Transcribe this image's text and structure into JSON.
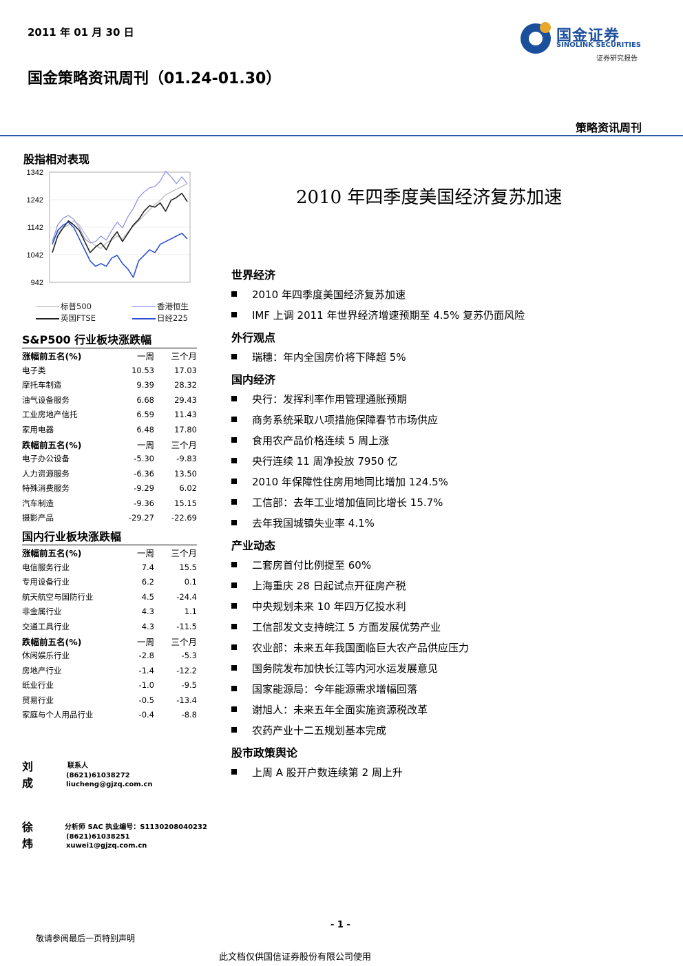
{
  "header": {
    "date": "2011 年 01 月 30 日",
    "title": "国金策略资讯周刊（01.24-01.30）",
    "logo_cn": "国金证券",
    "logo_en": "SINOLINK SECURITIES",
    "report_type": "证券研究报告",
    "section": "策略资讯周刊"
  },
  "sidebar": {
    "chart_heading": "股指相对表现",
    "sp500_heading": "S&P500 行业板块涨跌幅",
    "domestic_heading": "国内行业板块涨跌幅",
    "sp500_table": {
      "gain_header": [
        "涨幅前五名(%)",
        "一周",
        "三个月"
      ],
      "gain_rows": [
        [
          "电子类",
          "10.53",
          "17.03"
        ],
        [
          "摩托车制造",
          "9.39",
          "28.32"
        ],
        [
          "油气设备服务",
          "6.68",
          "29.43"
        ],
        [
          "工业房地产信托",
          "6.59",
          "11.43"
        ],
        [
          "家用电器",
          "6.48",
          "17.80"
        ]
      ],
      "loss_header": [
        "跌幅前五名(%)",
        "一周",
        "三个月"
      ],
      "loss_rows": [
        [
          "电子办公设备",
          "-5.30",
          "-9.83"
        ],
        [
          "人力资源服务",
          "-6.36",
          "13.50"
        ],
        [
          "特殊消费服务",
          "-9.29",
          "6.02"
        ],
        [
          "汽车制造",
          "-9.36",
          "15.15"
        ],
        [
          "摄影产品",
          "-29.27",
          "-22.69"
        ]
      ]
    },
    "domestic_table": {
      "gain_header": [
        "涨幅前五名(%)",
        "一周",
        "三个月"
      ],
      "gain_rows": [
        [
          "电信服务行业",
          "7.4",
          "15.5"
        ],
        [
          "专用设备行业",
          "6.2",
          "0.1"
        ],
        [
          "航天航空与国防行业",
          "4.5",
          "-24.4"
        ],
        [
          "非金属行业",
          "4.3",
          "1.1"
        ],
        [
          "交通工具行业",
          "4.3",
          "-11.5"
        ]
      ],
      "loss_header": [
        "跌幅前五名(%)",
        "一周",
        "三个月"
      ],
      "loss_rows": [
        [
          "休闲娱乐行业",
          "-2.8",
          "-5.3"
        ],
        [
          "房地产行业",
          "-1.4",
          "-12.2"
        ],
        [
          "纸业行业",
          "-1.0",
          "-9.5"
        ],
        [
          "贸易行业",
          "-0.5",
          "-13.4"
        ],
        [
          "家庭与个人用品行业",
          "-0.4",
          "-8.8"
        ]
      ]
    },
    "authors": [
      {
        "name": "刘成",
        "line1": "联系人",
        "phone": "(8621)61038272",
        "email": "liucheng@gjzq.com.cn"
      },
      {
        "name": "徐炜",
        "line1": "分析师 SAC 执业编号：S1130208040232",
        "phone": "(8621)61038251",
        "email": "xuwei1@gjzq.com.cn"
      }
    ]
  },
  "chart_data": {
    "type": "line",
    "title": "",
    "y_ticks": [
      "1342",
      "1242",
      "1142",
      "1042",
      "942"
    ],
    "ylim": [
      942,
      1342
    ],
    "grid": true,
    "legend_position": "bottom",
    "series": [
      {
        "name": "标普500",
        "color": "#b8b8b8",
        "values": [
          1095,
          1120,
          1140,
          1150,
          1165,
          1150,
          1120,
          1090,
          1075,
          1065,
          1085,
          1095,
          1110,
          1100,
          1125,
          1145,
          1165,
          1185,
          1205,
          1225,
          1240,
          1260,
          1270,
          1280,
          1290,
          1300
        ]
      },
      {
        "name": "香港恒生",
        "color": "#8a8fe6",
        "values": [
          1090,
          1150,
          1175,
          1185,
          1170,
          1140,
          1100,
          1085,
          1090,
          1110,
          1095,
          1130,
          1160,
          1140,
          1180,
          1210,
          1250,
          1270,
          1285,
          1290,
          1310,
          1345,
          1325,
          1300,
          1325,
          1300
        ]
      },
      {
        "name": "英国FTSE",
        "color": "#222222",
        "values": [
          1050,
          1110,
          1140,
          1165,
          1150,
          1130,
          1090,
          1050,
          1070,
          1085,
          1060,
          1100,
          1125,
          1090,
          1120,
          1150,
          1170,
          1200,
          1220,
          1215,
          1230,
          1200,
          1240,
          1250,
          1265,
          1235
        ]
      },
      {
        "name": "日经225",
        "color": "#2b4fd6",
        "values": [
          1080,
          1130,
          1150,
          1160,
          1140,
          1100,
          1060,
          1020,
          1000,
          1010,
          1000,
          1030,
          1040,
          1010,
          990,
          960,
          1020,
          1040,
          1060,
          1050,
          1080,
          1090,
          1100,
          1110,
          1120,
          1100
        ]
      }
    ]
  },
  "main": {
    "headline": "2010 年四季度美国经济复苏加速",
    "sections": [
      {
        "title": "世界经济",
        "items": [
          "2010 年四季度美国经济复苏加速",
          "IMF 上调 2011 年世界经济增速预期至 4.5% 复苏仍面风险"
        ]
      },
      {
        "title": "外行观点",
        "items": [
          "瑞穗：年内全国房价将下降超 5%"
        ]
      },
      {
        "title": "国内经济",
        "items": [
          "央行：发挥利率作用管理通胀预期",
          "商务系统采取八项措施保障春节市场供应",
          "食用农产品价格连续 5 周上涨",
          "央行连续 11 周净投放 7950 亿",
          "2010 年保障性住房用地同比增加 124.5%",
          "工信部：去年工业增加值同比增长 15.7%",
          "去年我国城镇失业率 4.1%"
        ]
      },
      {
        "title": "产业动态",
        "items": [
          "二套房首付比例提至 60%",
          "上海重庆 28 日起试点开征房产税",
          "中央规划未来 10 年四万亿投水利",
          "工信部发文支持皖江 5 方面发展优势产业",
          "农业部：未来五年我国面临巨大农产品供应压力",
          "国务院发布加快长江等内河水运发展意见",
          "国家能源局：今年能源需求增幅回落",
          "谢旭人：未来五年全面实施资源税改革",
          "农药产业十二五规划基本完成"
        ]
      },
      {
        "title": "股市政策舆论",
        "items": [
          "上周 A 股开户数连续第 2 周上升"
        ]
      }
    ]
  },
  "footer": {
    "page": "- 1 -",
    "disclaimer": "敬请参阅最后一页特别声明",
    "usage": "此文档仅供国信证券股份有限公司使用"
  }
}
